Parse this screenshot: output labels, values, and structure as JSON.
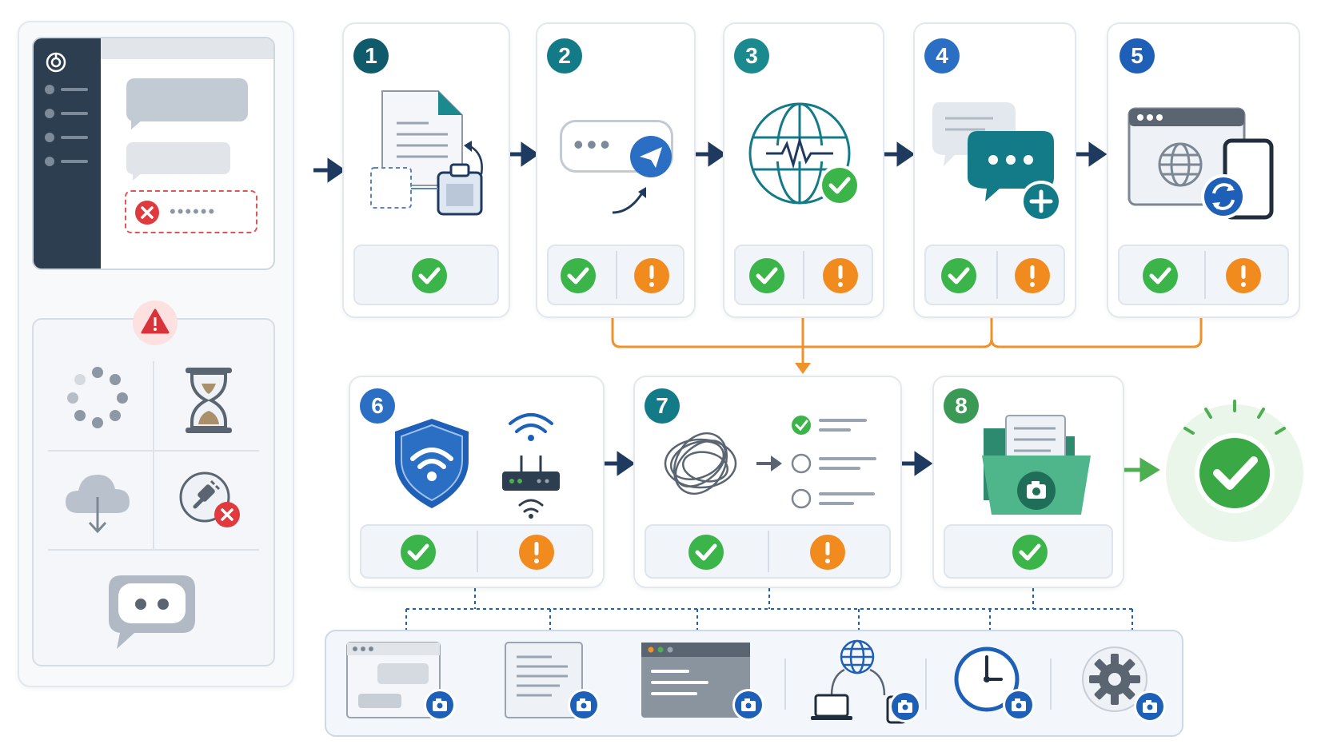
{
  "steps": [
    {
      "number": "1",
      "color": "#0f5a6b",
      "statuses": [
        "success"
      ]
    },
    {
      "number": "2",
      "color": "#137a88",
      "statuses": [
        "success",
        "warning"
      ]
    },
    {
      "number": "3",
      "color": "#1a8a8f",
      "statuses": [
        "success",
        "warning"
      ]
    },
    {
      "number": "4",
      "color": "#2a6fc4",
      "statuses": [
        "success",
        "warning"
      ]
    },
    {
      "number": "5",
      "color": "#1e5fb8",
      "statuses": [
        "success",
        "warning"
      ]
    },
    {
      "number": "6",
      "color": "#2a6fc4",
      "statuses": [
        "success",
        "warning"
      ]
    },
    {
      "number": "7",
      "color": "#137a88",
      "statuses": [
        "success",
        "warning"
      ]
    },
    {
      "number": "8",
      "color": "#3a9a55",
      "statuses": [
        "success"
      ]
    }
  ],
  "login_password_mask": "••••••",
  "message_input_mask": "•••",
  "colors": {
    "success": "#3bb54a",
    "warning": "#f28b1e",
    "error": "#e0393e",
    "accent_blue": "#1e5fb8",
    "flow_orange": "#f0922b",
    "navy": "#1f3a5f"
  },
  "icons": {
    "error_panel": [
      "spinner-icon",
      "hourglass-icon",
      "cloud-download-icon",
      "disconnected-plug-icon",
      "chat-bubble-icon"
    ],
    "capture_types": [
      "browser-window-screenshot",
      "document-screenshot",
      "code-editor-screenshot",
      "network-devices-screenshot",
      "clock-screenshot",
      "settings-screenshot"
    ]
  }
}
